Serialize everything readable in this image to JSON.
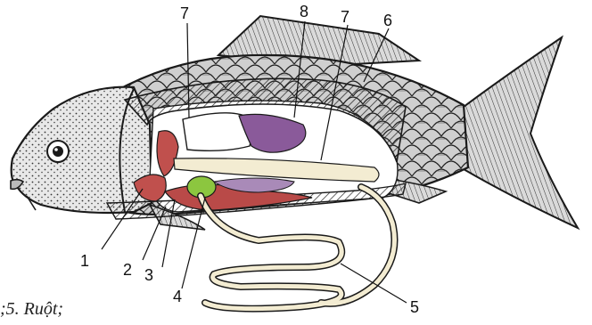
{
  "diagram": {
    "labels": {
      "l1": "1",
      "l2": "2",
      "l3": "3",
      "l4": "4",
      "l5": "5",
      "l6": "6",
      "l7a": "7",
      "l7b": "7",
      "l8": "8"
    },
    "caption": ";5. Ruột;"
  },
  "colors": {
    "outline": "#1a1a1a",
    "gill_red": "#c0504d",
    "liver_red": "#b94a48",
    "kidney_purple": "#8a5a9a",
    "spleen_purple": "#a98ab8",
    "gallbladder_green": "#8cc63f",
    "intestine_cream": "#f3ecd2",
    "swim_bladder_white": "#ffffff",
    "body_gray": "#d9d9d9"
  }
}
